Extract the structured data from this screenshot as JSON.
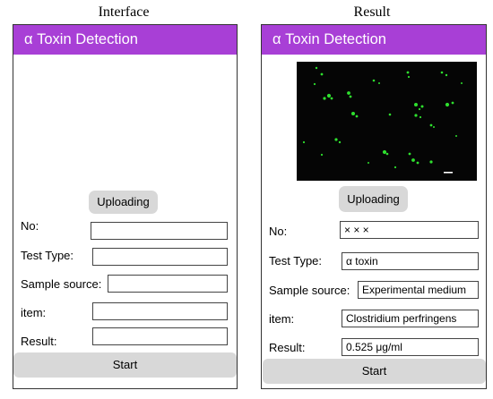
{
  "panels": {
    "left": {
      "caption": "Interface",
      "title": "α Toxin Detection",
      "upload_label": "Uploading",
      "start_label": "Start",
      "labels": {
        "no": "No:",
        "test_type": "Test Type:",
        "sample_source": "Sample source:",
        "item": "item:",
        "result": "Result:"
      },
      "values": {
        "no": "",
        "test_type": "",
        "sample_source": "",
        "item": "",
        "result": ""
      }
    },
    "right": {
      "caption": "Result",
      "title": "α Toxin Detection",
      "upload_label": "Uploading",
      "start_label": "Start",
      "labels": {
        "no": "No:",
        "test_type": "Test Type:",
        "sample_source": "Sample source:",
        "item": "item:",
        "result": "Result:"
      },
      "values": {
        "no": "× × ×",
        "test_type": "α toxin",
        "sample_source": "Experimental medium",
        "item": "Clostridium perfringens",
        "result": "0.525 μg/ml"
      }
    }
  },
  "colors": {
    "title_bar": "#a83fd6",
    "button": "#d8d8d8",
    "fluorescence": "#2ee02e",
    "image_background": "#050505"
  }
}
